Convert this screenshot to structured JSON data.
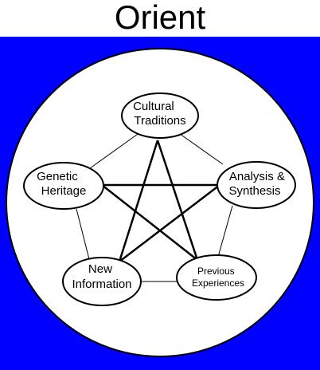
{
  "title": "Orient",
  "colors": {
    "background": "#0000ff",
    "circle": "#ffffff",
    "stroke": "#000000"
  },
  "nodes": [
    {
      "id": "cultural",
      "lines": [
        "Cultural",
        "Traditions"
      ]
    },
    {
      "id": "analysis",
      "lines": [
        "Analysis &",
        "Synthesis"
      ]
    },
    {
      "id": "previous",
      "lines": [
        "Previous",
        "Experiences"
      ]
    },
    {
      "id": "new",
      "lines": [
        "New",
        "Information"
      ]
    },
    {
      "id": "genetic",
      "lines": [
        "Genetic",
        "Heritage"
      ]
    }
  ]
}
